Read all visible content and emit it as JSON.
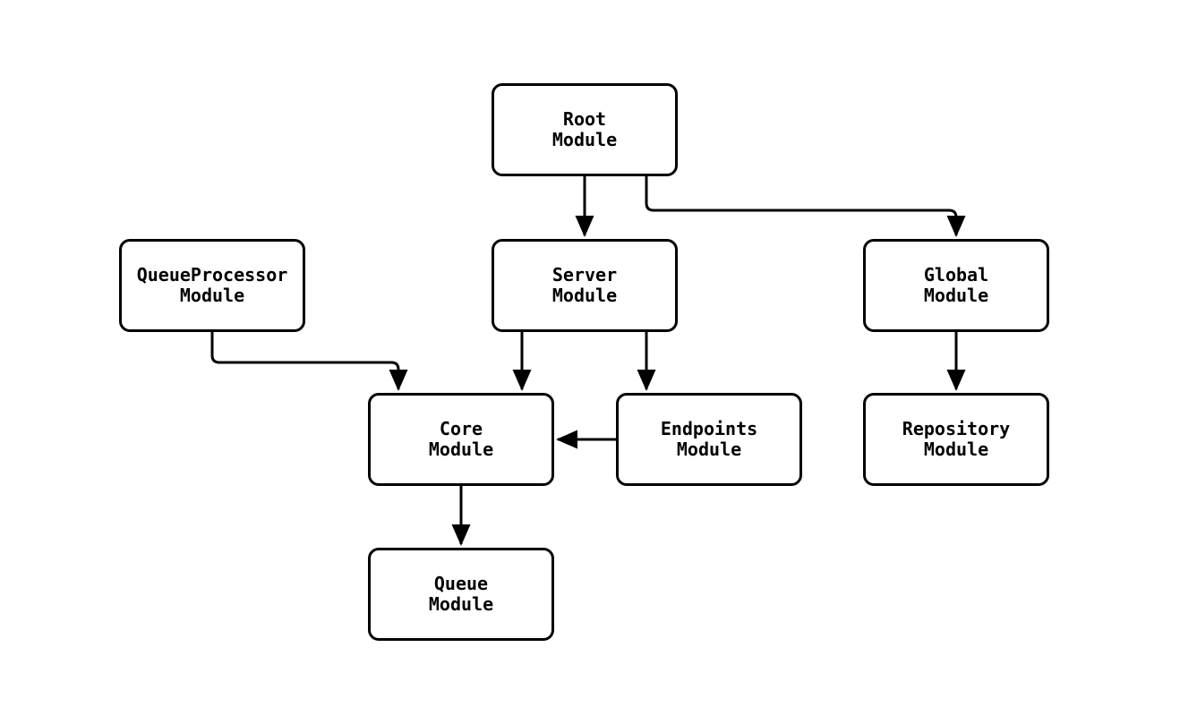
{
  "diagram": {
    "type": "flowchart",
    "direction": "top-down",
    "colors": {
      "background": "#ffffff",
      "node_fill": "#ffffff",
      "node_border": "#000000",
      "edge": "#000000",
      "text": "#000000"
    },
    "nodes": [
      {
        "id": "root",
        "label": "Root\nModule"
      },
      {
        "id": "queueprocessor",
        "label": "QueueProcessor\nModule"
      },
      {
        "id": "server",
        "label": "Server\nModule"
      },
      {
        "id": "global",
        "label": "Global\nModule"
      },
      {
        "id": "core",
        "label": "Core\nModule"
      },
      {
        "id": "endpoints",
        "label": "Endpoints\nModule"
      },
      {
        "id": "repository",
        "label": "Repository\nModule"
      },
      {
        "id": "queue",
        "label": "Queue\nModule"
      }
    ],
    "edges": [
      {
        "from": "Root Module",
        "to": "Server Module"
      },
      {
        "from": "Root Module",
        "to": "Global Module"
      },
      {
        "from": "QueueProcessor Module",
        "to": "Core Module"
      },
      {
        "from": "Server Module",
        "to": "Core Module"
      },
      {
        "from": "Server Module",
        "to": "Endpoints Module"
      },
      {
        "from": "Endpoints Module",
        "to": "Core Module"
      },
      {
        "from": "Global Module",
        "to": "Repository Module"
      },
      {
        "from": "Core Module",
        "to": "Queue Module"
      }
    ]
  }
}
